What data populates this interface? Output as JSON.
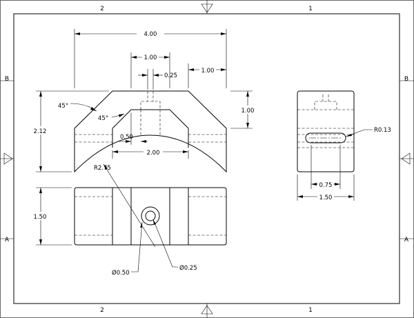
{
  "sheet": {
    "zones": {
      "top_left": "2",
      "top_right": "1",
      "bottom_left": "2",
      "bottom_right": "1",
      "left_upper": "B",
      "left_lower": "A",
      "right_upper": "B",
      "right_lower": "A"
    }
  },
  "front_view": {
    "dim_width": "4.00",
    "dim_slot_width": "1.00",
    "dim_slot_offset": "0.25",
    "dim_right_step": "1.00",
    "dim_height": "2.12",
    "dim_step_height": "1.00",
    "angle_outer": "45°",
    "angle_inner": "45°",
    "dim_inner_step": "0.50",
    "dim_inner_width": "2.00",
    "radius": "R2.75"
  },
  "top_view": {
    "dim_depth": "1.50",
    "hole_outer": "Ø0.50",
    "hole_inner": "Ø0.25"
  },
  "side_view": {
    "slot_radius": "R0.13",
    "dim_slot_length": "0.75",
    "dim_width": "1.50"
  }
}
